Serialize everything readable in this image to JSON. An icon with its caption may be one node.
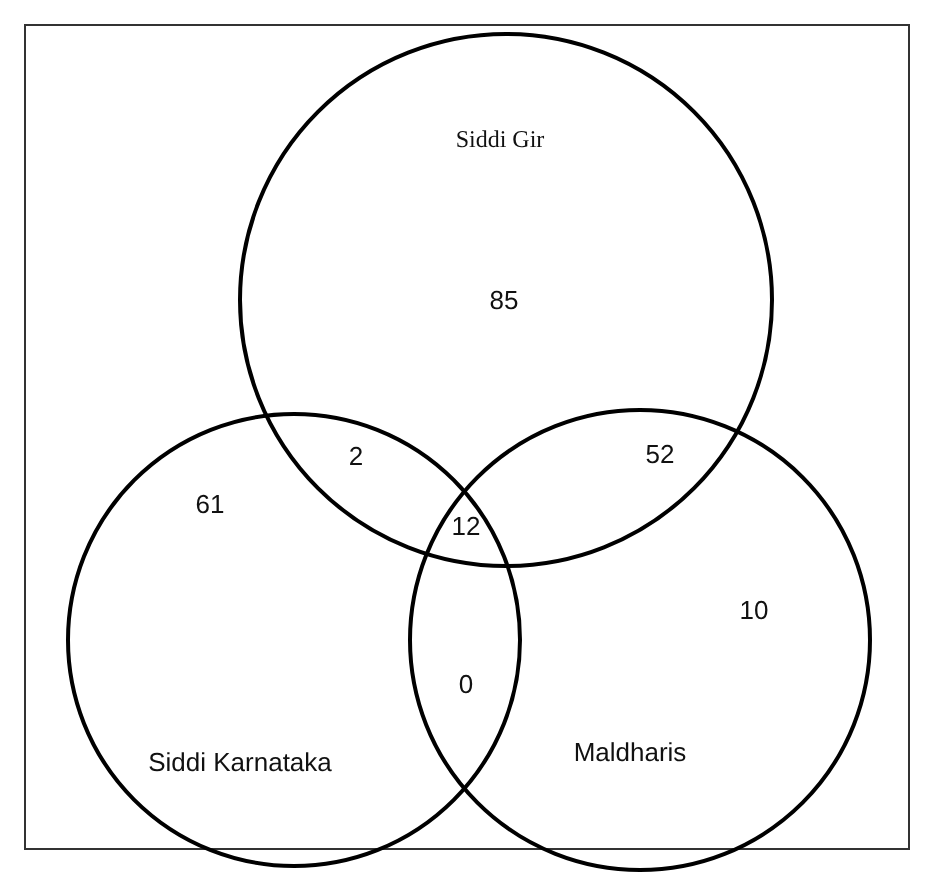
{
  "diagram": {
    "nodes": [
      {
        "text": [
          "Siddi Gir"
        ]
      },
      {
        "text": [
          "Siddi Karnataka"
        ]
      },
      {
        "text": [
          "Maldharis"
        ]
      }
    ],
    "labels": [
      "85",
      "2",
      "52",
      "12",
      "61",
      "10",
      "0"
    ]
  }
}
